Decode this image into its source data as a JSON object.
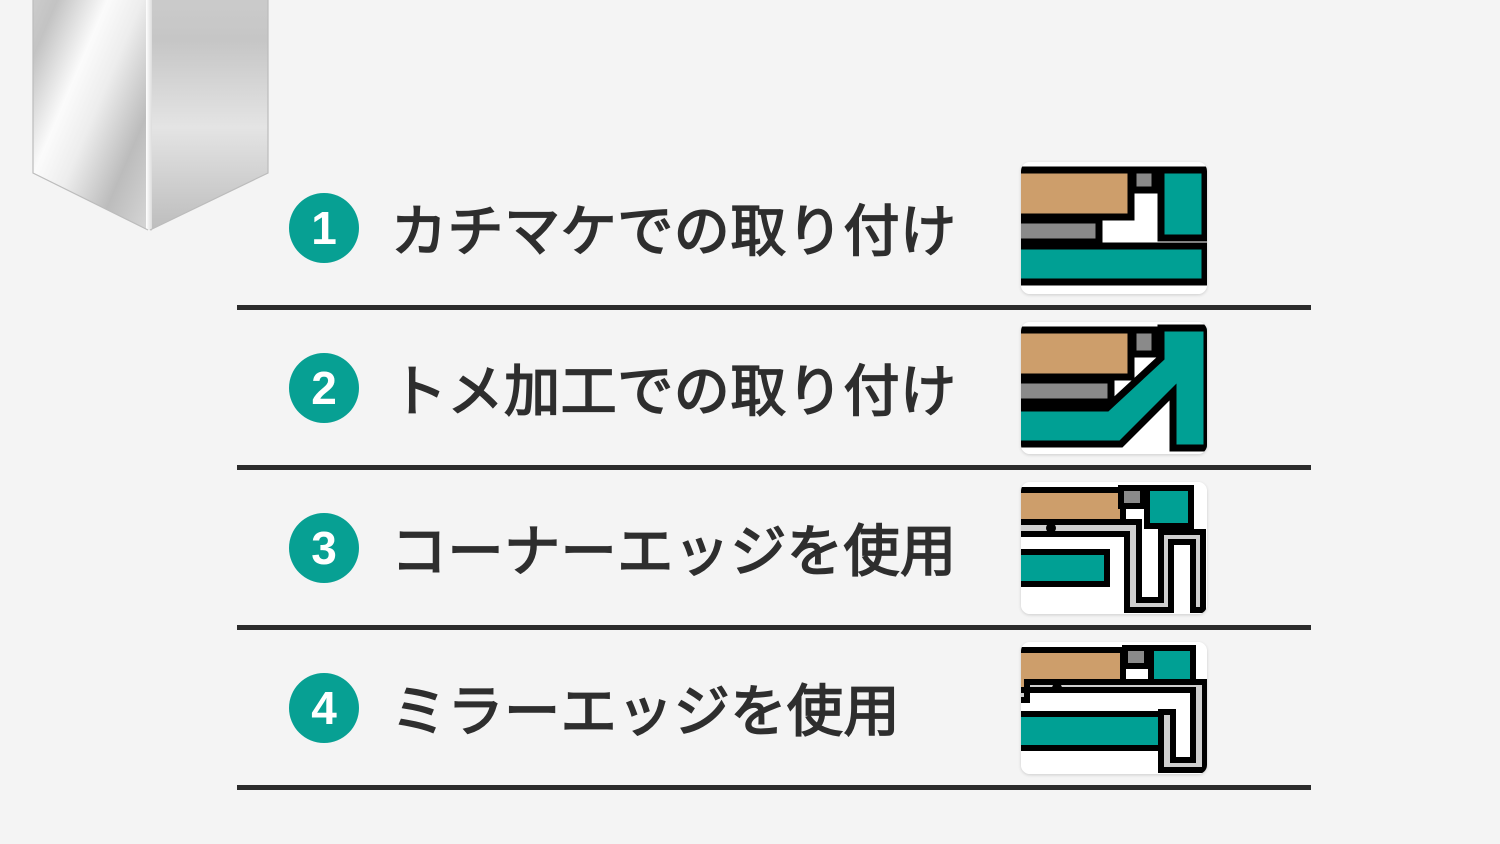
{
  "page": {
    "background_color": "#f4f4f4",
    "accent_color": "#07a093",
    "text_color": "#2e2e2e",
    "divider_color": "#2b2b2b"
  },
  "decoration": {
    "name": "mirror-corner-column",
    "description": "glossy silver mirrored corner column",
    "colors": [
      "#ffffff",
      "#c9c9c9",
      "#9a9a9a",
      "#e8e8e8"
    ]
  },
  "methods": [
    {
      "number": "1",
      "label": "カチマケでの取り付け",
      "thumb": "katchimake-detail"
    },
    {
      "number": "2",
      "label": "トメ加工での取り付け",
      "thumb": "tome-miter-detail"
    },
    {
      "number": "3",
      "label": "コーナーエッジを使用",
      "thumb": "corner-edge-detail"
    },
    {
      "number": "4",
      "label": "ミラーエッジを使用",
      "thumb": "mirror-edge-detail"
    }
  ],
  "thumb_colors": {
    "wood": "#cd9e6b",
    "gray": "#8a8a8a",
    "teal": "#00a094",
    "light_gray": "#cfcfcf",
    "outline": "#000000",
    "white": "#ffffff"
  }
}
